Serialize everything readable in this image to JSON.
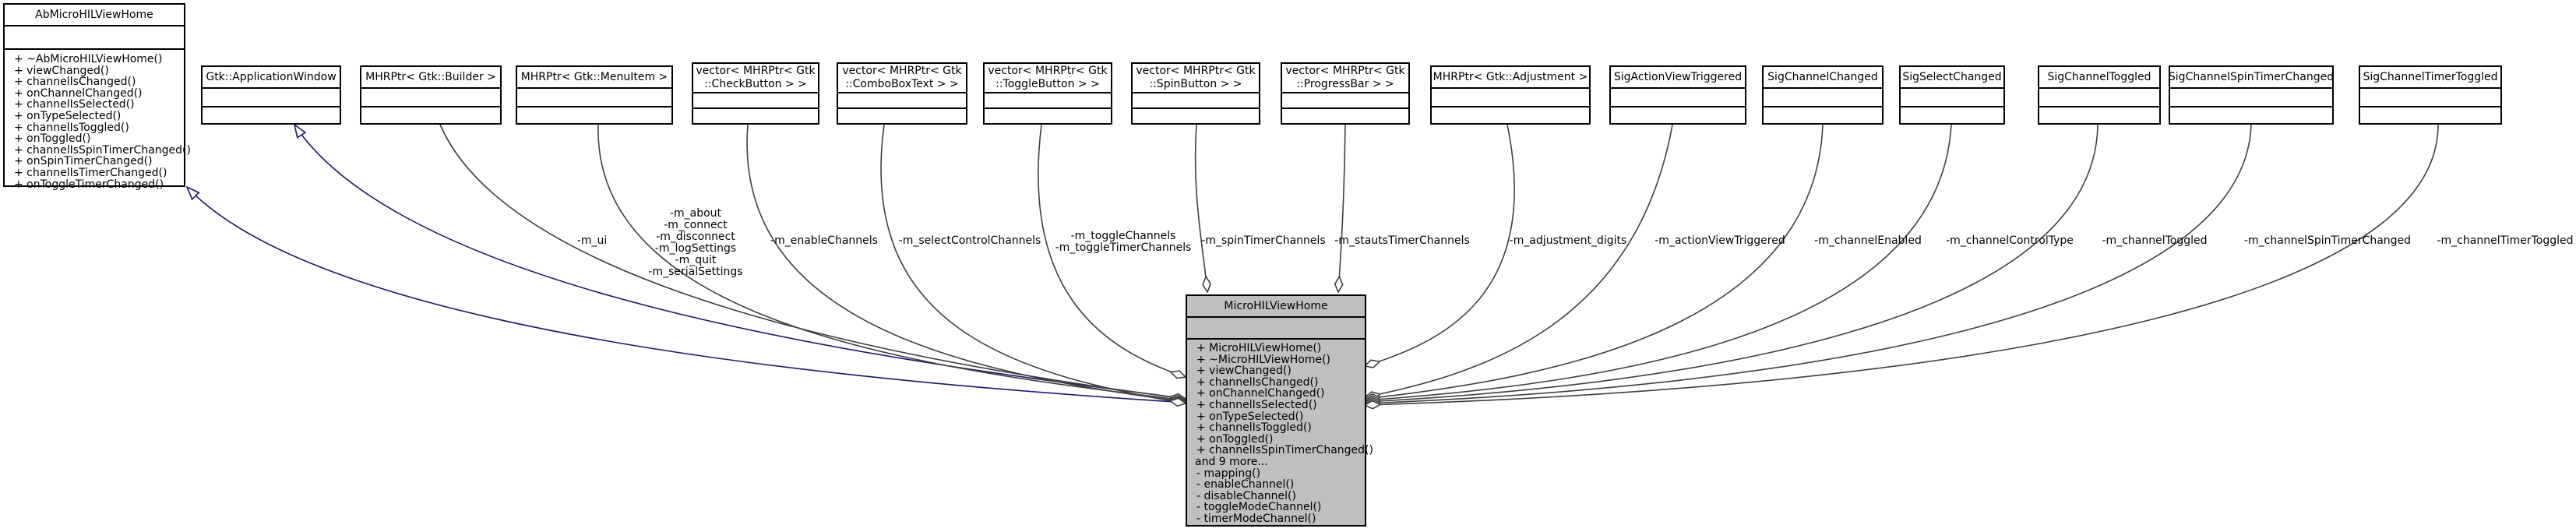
{
  "colors": {
    "inheritance_edge": "#191970",
    "association_edge": "#404040",
    "main_fill": "#bfbfbf",
    "box_fill": "#ffffff"
  },
  "classes": {
    "ab_view_home": {
      "name": "AbMicroHILViewHome",
      "methods": [
        "+ ~AbMicroHILViewHome()",
        "+ viewChanged()",
        "+ channelIsChanged()",
        "+ onChannelChanged()",
        "+ channelIsSelected()",
        "+ onTypeSelected()",
        "+ channelIsToggled()",
        "+ onToggled()",
        "+ channelIsSpinTimerChanged()",
        "+ onSpinTimerChanged()",
        "+ channelIsTimerChanged()",
        "+ onToggleTimerChanged()"
      ]
    },
    "application_window": {
      "name": "Gtk::ApplicationWindow"
    },
    "builder": {
      "name": "MHRPtr< Gtk::Builder >"
    },
    "menu_item": {
      "name": "MHRPtr< Gtk::MenuItem >"
    },
    "check_button": {
      "name": "vector< MHRPtr< Gtk\n::CheckButton > >"
    },
    "combo_box_text": {
      "name": "vector< MHRPtr< Gtk\n::ComboBoxText > >"
    },
    "toggle_button": {
      "name": "vector< MHRPtr< Gtk\n::ToggleButton > >"
    },
    "spin_button": {
      "name": "vector< MHRPtr< Gtk\n::SpinButton > >"
    },
    "progress_bar": {
      "name": "vector< MHRPtr< Gtk\n::ProgressBar > >"
    },
    "adjustment": {
      "name": "MHRPtr< Gtk::Adjustment >"
    },
    "sig_action_view_triggered": {
      "name": "SigActionViewTriggered"
    },
    "sig_channel_changed": {
      "name": "SigChannelChanged"
    },
    "sig_select_changed": {
      "name": "SigSelectChanged"
    },
    "sig_channel_toggled": {
      "name": "SigChannelToggled"
    },
    "sig_channel_spin_timer_changed": {
      "name": "SigChannelSpinTimerChanged"
    },
    "sig_channel_timer_toggled": {
      "name": "SigChannelTimerToggled"
    },
    "main": {
      "name": "MicroHILViewHome",
      "methods": [
        "+ MicroHILViewHome()",
        "+ ~MicroHILViewHome()",
        "+ viewChanged()",
        "+ channelIsChanged()",
        "+ onChannelChanged()",
        "+ channelIsSelected()",
        "+ onTypeSelected()",
        "+ channelIsToggled()",
        "+ onToggled()",
        "+ channelIsSpinTimerChanged()",
        "and 9 more...",
        "- mapping()",
        "- enableChannel()",
        "- disableChannel()",
        "- toggleModeChannel()",
        "- timerModeChannel()"
      ]
    }
  },
  "edge_labels": {
    "ui": "-m_ui",
    "menu": "-m_about\n-m_connect\n-m_disconnect\n-m_logSettings\n-m_quit\n-m_serialSettings",
    "enable_channels": "-m_enableChannels",
    "select_control_channels": "-m_selectControlChannels",
    "toggle_channels": "-m_toggleChannels\n-m_toggleTimerChannels",
    "spin_timer_channels": "-m_spinTimerChannels",
    "stauts_timer_channels": "-m_stautsTimerChannels",
    "adjustment_digits": "-m_adjustment_digits",
    "action_view_triggered": "-m_actionViewTriggered",
    "channel_enabled": "-m_channelEnabled",
    "channel_control_type": "-m_channelControlType",
    "channel_toggled": "-m_channelToggled",
    "channel_spin_timer_changed": "-m_channelSpinTimerChanged",
    "channel_timer_toggled": "-m_channelTimerToggled"
  }
}
